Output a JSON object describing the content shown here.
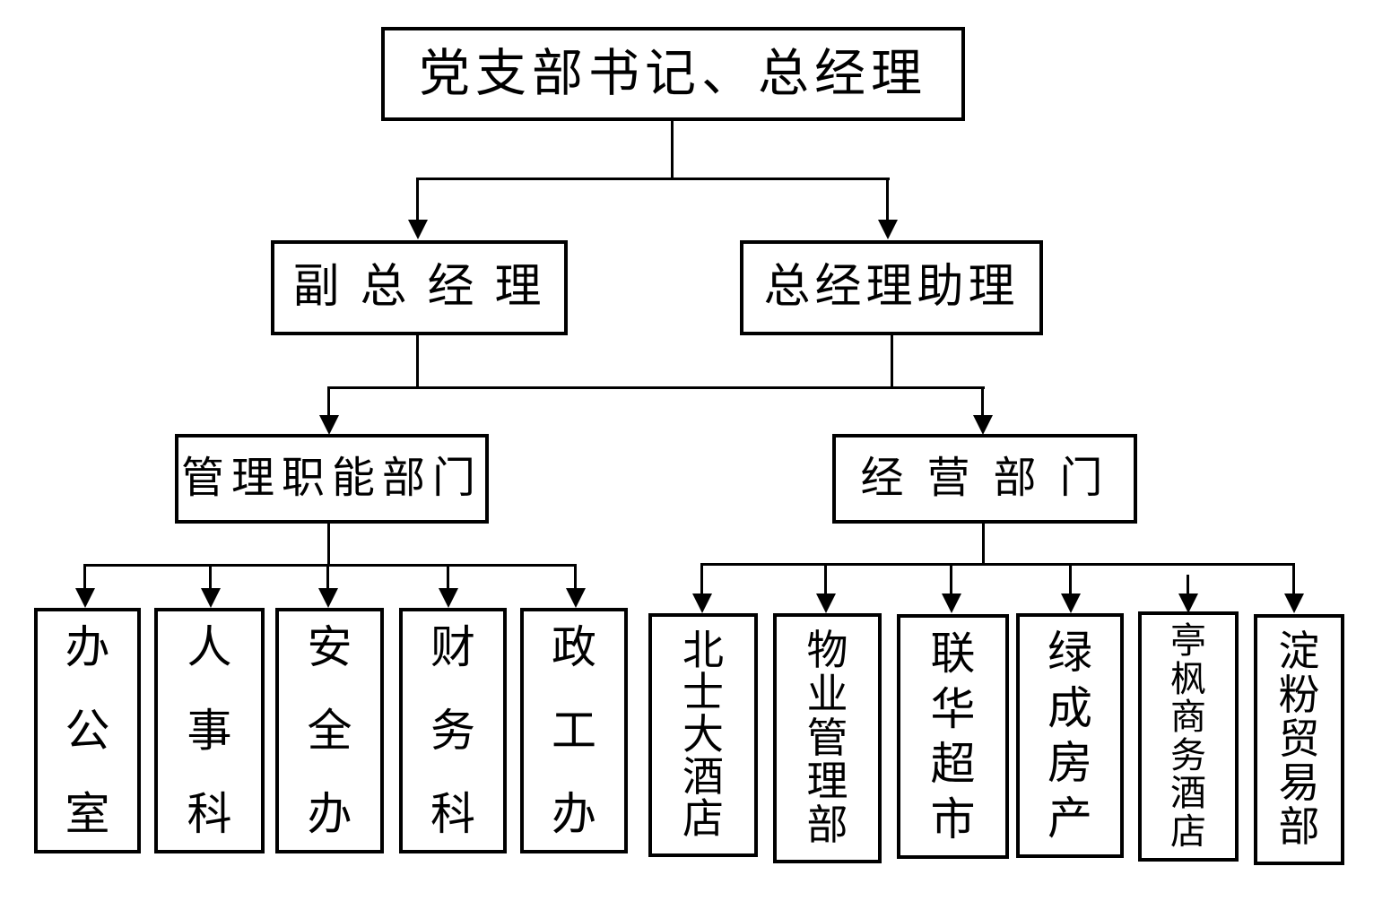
{
  "diagram": {
    "title_hint": "company-organization-chart",
    "root": {
      "label": "党支部书记、总经理"
    },
    "level2": [
      {
        "id": "deputy-gm",
        "label": "副 总 经 理"
      },
      {
        "id": "gm-assistant",
        "label": "总经理助理"
      }
    ],
    "level3": [
      {
        "id": "management-depts",
        "label": "管理职能部门"
      },
      {
        "id": "business-depts",
        "label": "经 营 部 门"
      }
    ],
    "management_children": [
      "办公室",
      "人事科",
      "安全办",
      "财务科",
      "政工办"
    ],
    "business_children": [
      "北士大酒店",
      "物业管理部",
      "联华超市",
      "绿成房产",
      "亭枫商务酒店",
      "淀粉贸易部"
    ],
    "colors": {
      "background": "#ffffff",
      "line": "#000000",
      "border": "#000000",
      "text": "#000000"
    }
  }
}
